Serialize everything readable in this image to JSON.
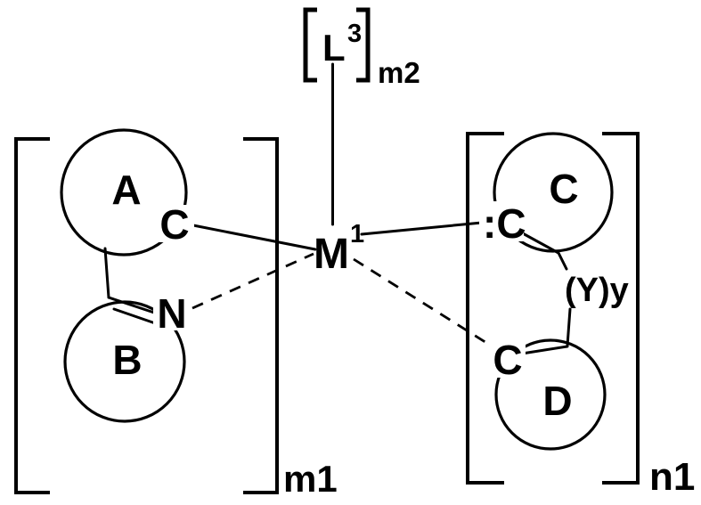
{
  "figure_type": "chemical-structure-formula",
  "colors": {
    "ink": "#000000",
    "background": "#ffffff"
  },
  "top_ligand": {
    "symbol": "L",
    "superscript": "3",
    "subscript": "m2"
  },
  "metal_center": {
    "symbol": "M",
    "superscript": "1"
  },
  "left_unit": {
    "ring_top_label": "A",
    "carbon_label": "C",
    "nitrogen_label": "N",
    "ring_bottom_label": "B",
    "multiplier": "m1"
  },
  "right_unit": {
    "ring_top_label": "C",
    "carbene_label": ":C",
    "linker_label": "(Y)y",
    "carbon_label": "C",
    "ring_bottom_label": "D",
    "multiplier": "n1"
  },
  "bonds": [
    {
      "from": "L3",
      "to": "M1",
      "style": "solid"
    },
    {
      "from": "C-ringA",
      "to": "M1",
      "style": "solid"
    },
    {
      "from": "N-ringB",
      "to": "M1",
      "style": "dashed"
    },
    {
      "from": "ringA",
      "to": "C=N-carbon",
      "style": "solid"
    },
    {
      "from": "C",
      "to": "N",
      "style": "double"
    },
    {
      "from": "carbene-C-ringC",
      "to": "M1",
      "style": "solid"
    },
    {
      "from": "C-ringD",
      "to": "M1",
      "style": "dashed"
    },
    {
      "from": "carbene-C",
      "to": "(Y)y",
      "style": "solid"
    },
    {
      "from": "(Y)y",
      "to": "C-ringD",
      "style": "solid"
    }
  ]
}
